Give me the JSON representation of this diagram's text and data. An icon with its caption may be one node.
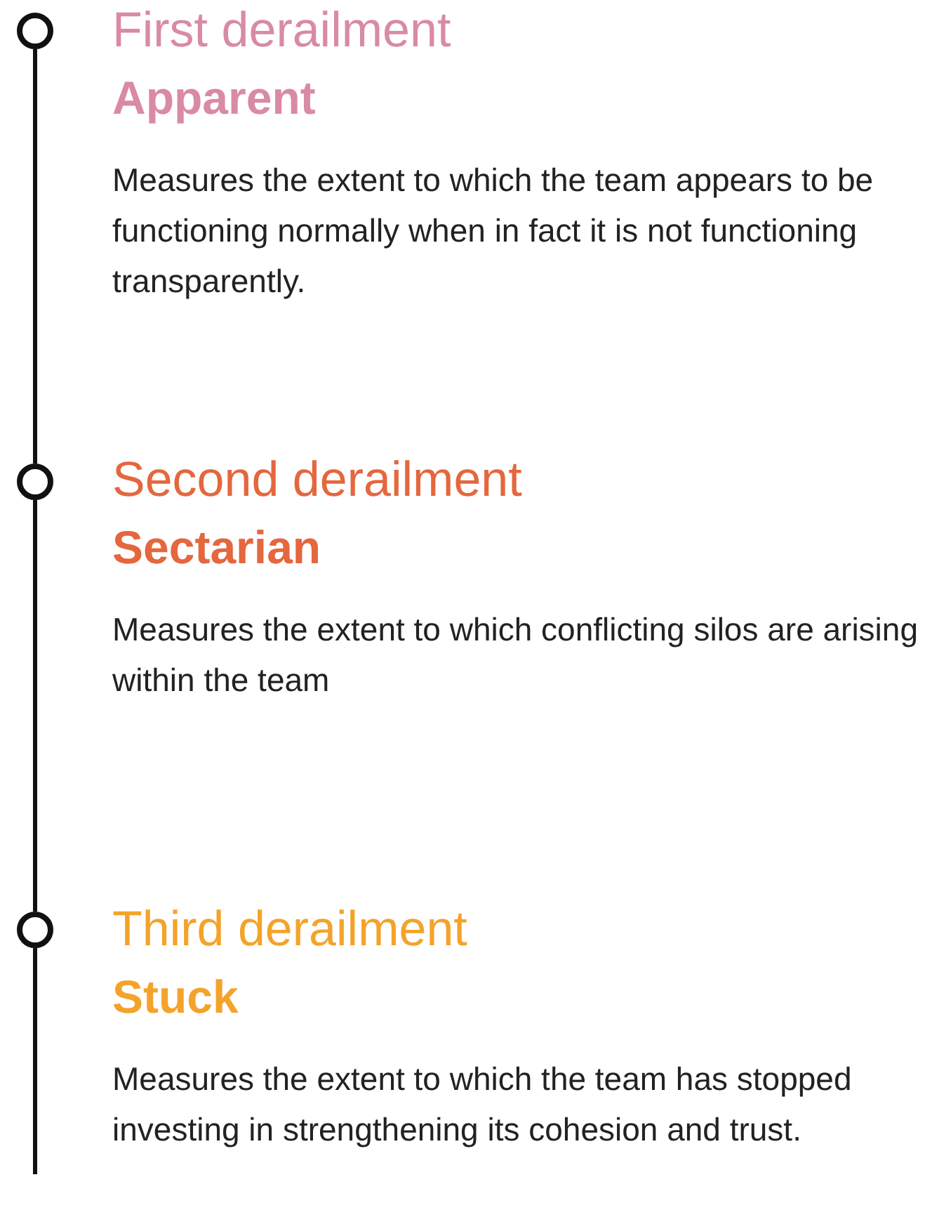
{
  "diagram": {
    "nodes": [
      {
        "text": [],
        "shape": "circle"
      },
      {
        "text": [
          "First derailment",
          "Apparent",
          "Measures the extent to which the team appears to be functioning normally when in fact it is not functioning transparently."
        ]
      },
      {
        "text": [],
        "shape": "circle"
      },
      {
        "text": [
          "Second derailment",
          "Sectarian",
          "Measures the extent to which conflicting silos are arising within the team"
        ]
      },
      {
        "text": [],
        "shape": "circle"
      },
      {
        "text": [
          "Third derailment",
          "Stuck",
          "Measures the extent to which the team has stopped investing in strengthening its cohesion and trust."
        ]
      }
    ],
    "edges": [
      {
        "from": 0,
        "to": 2,
        "arrow": "none"
      },
      {
        "from": 2,
        "to": 4,
        "arrow": "none"
      },
      {
        "from": 4,
        "to": null,
        "arrow": "none"
      }
    ]
  }
}
